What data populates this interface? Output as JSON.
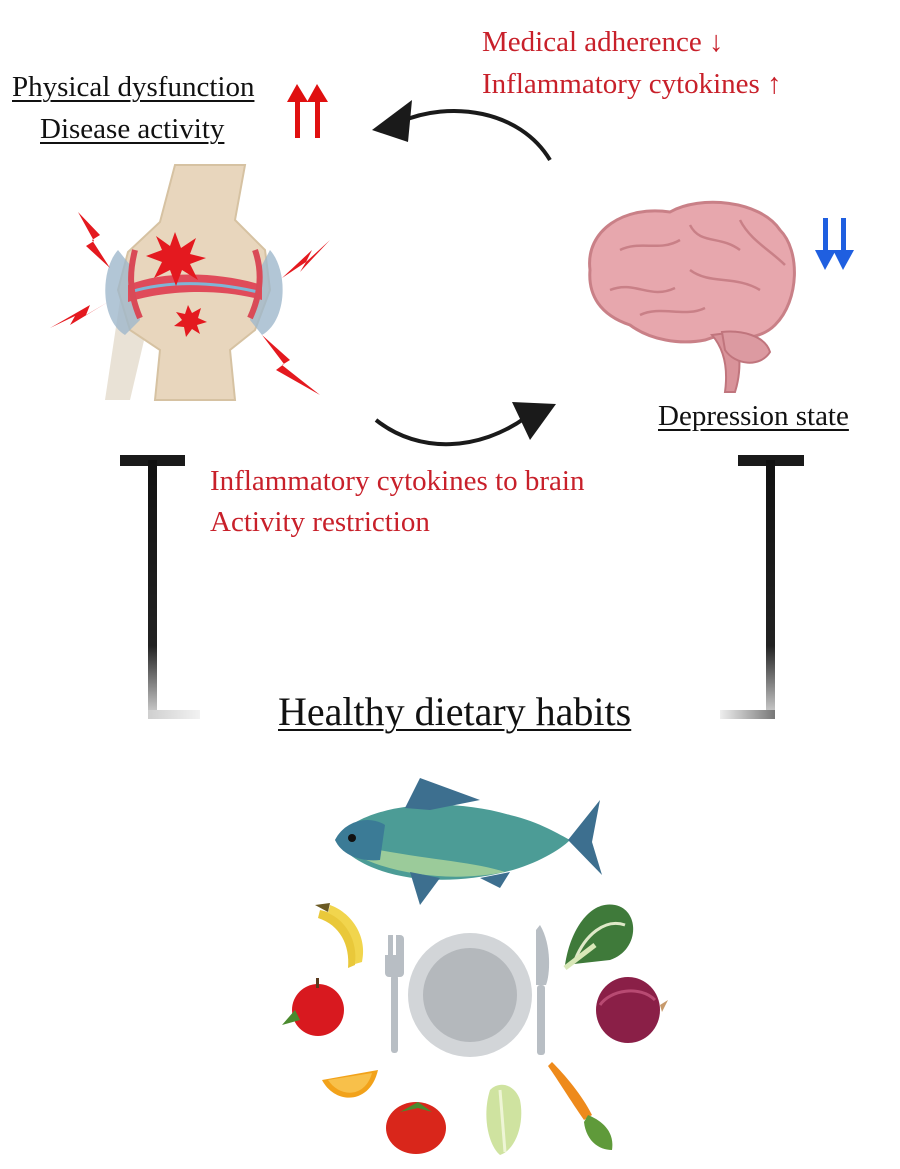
{
  "joint": {
    "line1": "Physical dysfunction",
    "line2": "Disease activity",
    "indicator": "up-double-arrow-icon"
  },
  "brain": {
    "label": "Depression state",
    "indicator": "down-double-arrow-icon"
  },
  "top_effects": {
    "line1": "Medical adherence ↓",
    "line2": "Inflammatory cytokines ↑"
  },
  "middle_effects": {
    "line1": "Inflammatory cytokines to brain",
    "line2": "Activity restriction"
  },
  "diet": {
    "title": "Healthy dietary habits"
  },
  "colors": {
    "effect_text": "#c8202a",
    "up_arrows": "#e01010",
    "down_arrows": "#1f5fe0",
    "inhibit_bar": "#1a1a1a"
  }
}
